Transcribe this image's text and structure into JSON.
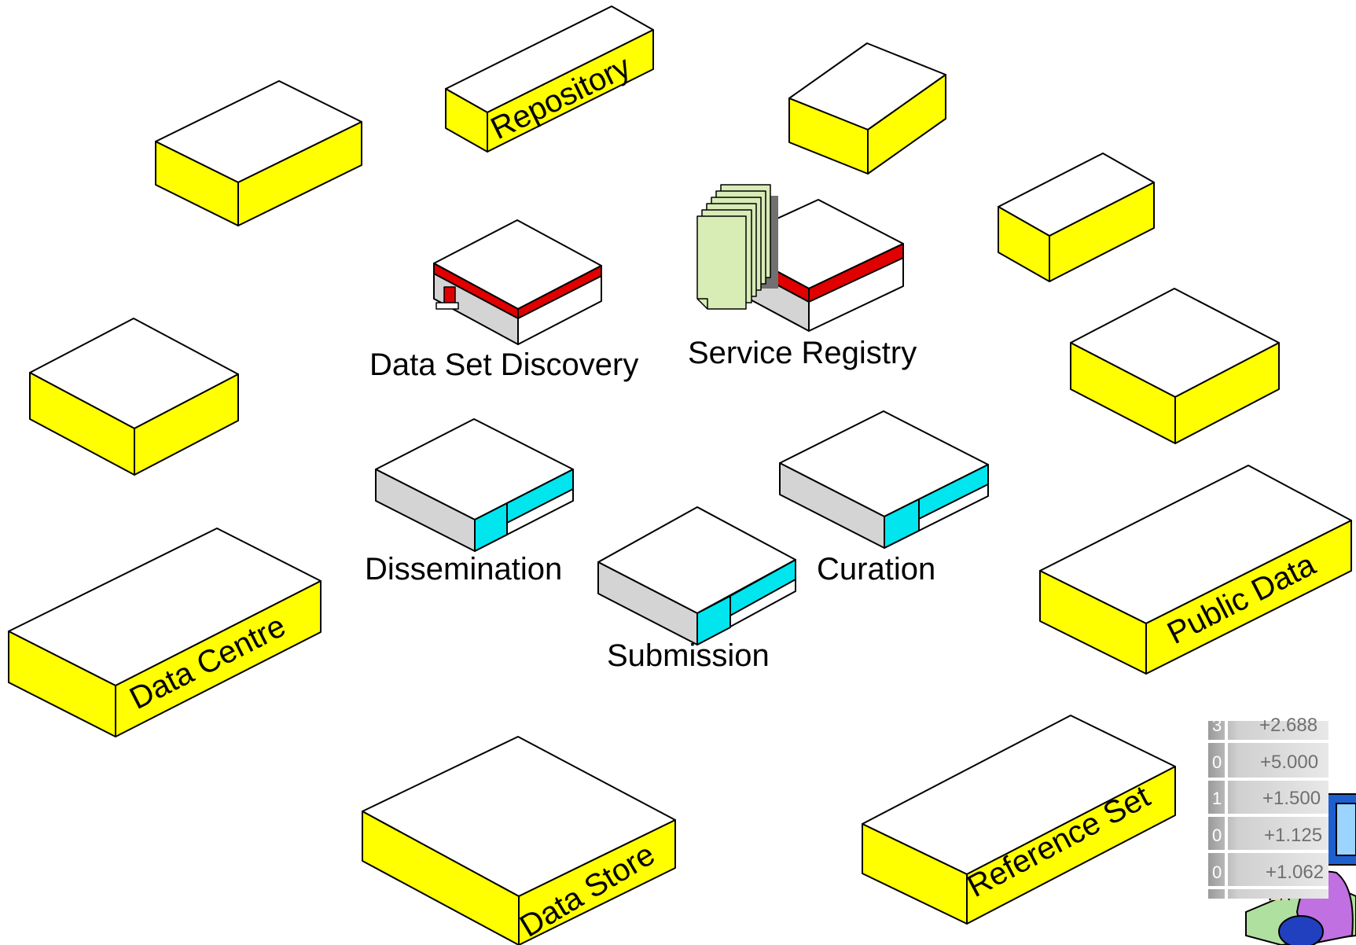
{
  "boxes": {
    "repository": "Repository",
    "data_centre": "Data Centre",
    "public_data": "Public Data",
    "data_store": "Data Store",
    "reference_set": "Reference Set"
  },
  "services": {
    "data_set_discovery": "Data Set Discovery",
    "service_registry": "Service Registry",
    "dissemination": "Dissemination",
    "curation": "Curation",
    "submission": "Submission"
  },
  "clipart": {
    "table_values": [
      "+2.688",
      "+5.000",
      "+1.500",
      "+1.125",
      "+1.062"
    ],
    "row_digits": [
      "3",
      "0",
      "1",
      "0",
      "0"
    ]
  },
  "colors": {
    "box_side": "#ffff00",
    "box_top": "#ffffff",
    "server_red": "#e00000",
    "server_cyan": "#00e5ee",
    "server_grey": "#d4d4d4",
    "doc_green": "#d8ecb6"
  }
}
